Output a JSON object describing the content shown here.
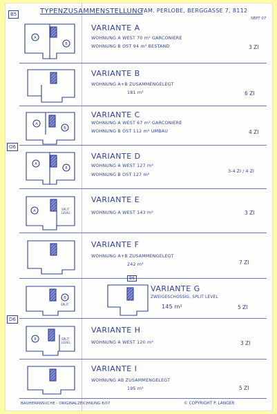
{
  "header": {
    "title": "TYPENZUSAMMENSTELLUNG",
    "client": "FAM. PERLOBE, BERGGASSE 7, 8112",
    "date": "SEPT 07"
  },
  "sections": [
    "B5",
    "O6",
    "D6"
  ],
  "variants": [
    {
      "name": "VARIANTE A",
      "lines": [
        "WOHNUNG A WEST 70 m²  GARCONIERE",
        "WOHNUNG B OST 94 m²  BESTAND"
      ],
      "rooms": "3 ZI"
    },
    {
      "name": "VARIANTE B",
      "lines": [
        "WOHNUNG A+B ZUSAMMENGELEGT",
        "181 m²"
      ],
      "rooms": "6 ZI"
    },
    {
      "name": "VARIANTE C",
      "lines": [
        "WOHNUNG A WEST 67 m²  GARCONIERE",
        "WOHNUNG B OST 112 m²  UMBAU"
      ],
      "rooms": "4 ZI"
    },
    {
      "name": "VARIANTE D",
      "lines": [
        "WOHNUNG A WEST 127 m²",
        "WOHNUNG B OST 127 m²"
      ],
      "rooms": "3-4 ZI / 4 ZI"
    },
    {
      "name": "VARIANTE E",
      "lines": [
        "WOHNUNG A WEST 143 m²"
      ],
      "rooms": "3 ZI"
    },
    {
      "name": "VARIANTE F",
      "lines": [
        "WOHNUNG A+B ZUSAMMENGELEGT",
        "242 m²"
      ],
      "rooms": "7 ZI"
    },
    {
      "name": "VARIANTE G",
      "lines": [
        "ZWEIGESCHOSSIG, SPLIT LEVEL",
        "145 m²"
      ],
      "rooms": "5 ZI"
    },
    {
      "name": "VARIANTE H",
      "lines": [
        "WOHNUNG A WEST 120 m²"
      ],
      "rooms": "3 ZI"
    },
    {
      "name": "VARIANTE I",
      "lines": [
        "WOHNUNG AB ZUSAMMENGELEGT",
        "195 m²"
      ],
      "rooms": "5 ZI"
    }
  ],
  "plan_labels": {
    "a": "A",
    "b": "B",
    "split": "SPLIT LEVEL",
    "g_section": "B6"
  },
  "footer": {
    "left": "BAUHERRNSUCHE - ORIGINALZEICHNUNG 8/07",
    "right": "© COPYRIGHT P. LANGER"
  }
}
